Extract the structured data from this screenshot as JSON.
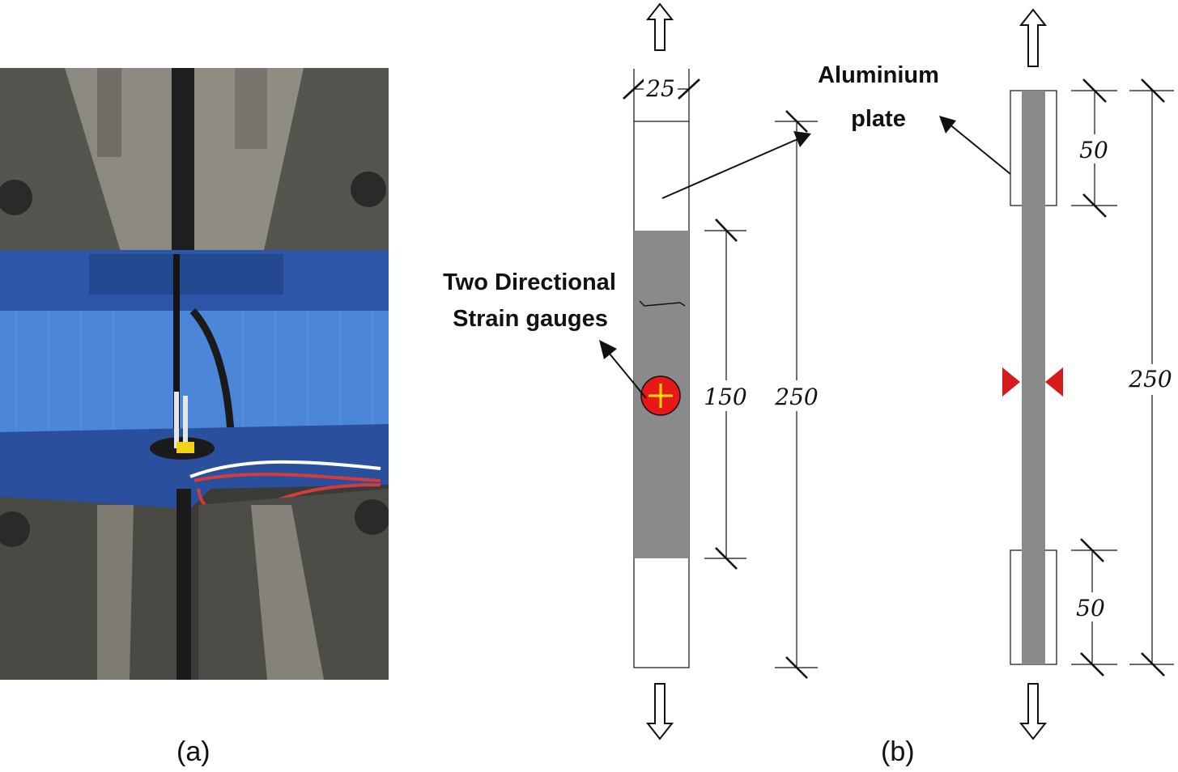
{
  "panels": {
    "a": {
      "label": "(a)"
    },
    "b": {
      "label": "(b)"
    }
  },
  "callouts": {
    "aluminium_line1": "Aluminium",
    "aluminium_line2": "plate",
    "strain_line1": "Two Directional",
    "strain_line2": "Strain gauges"
  },
  "dimensions": {
    "width": "25",
    "gauge_length": "150",
    "total_length": "250",
    "tab_top": "50",
    "tab_bottom": "50",
    "total_length_side": "250"
  },
  "colors": {
    "specimen_grey": "#8a8a8a",
    "gauge_red": "#e81818",
    "gauge_cross": "#ffe000",
    "marker_red": "#d41a1a",
    "machine_blue": "#2e5fb5"
  },
  "icons": [
    "tension-arrow-up-icon",
    "tension-arrow-down-icon",
    "strain-gauge-icon",
    "support-marker-icon"
  ]
}
